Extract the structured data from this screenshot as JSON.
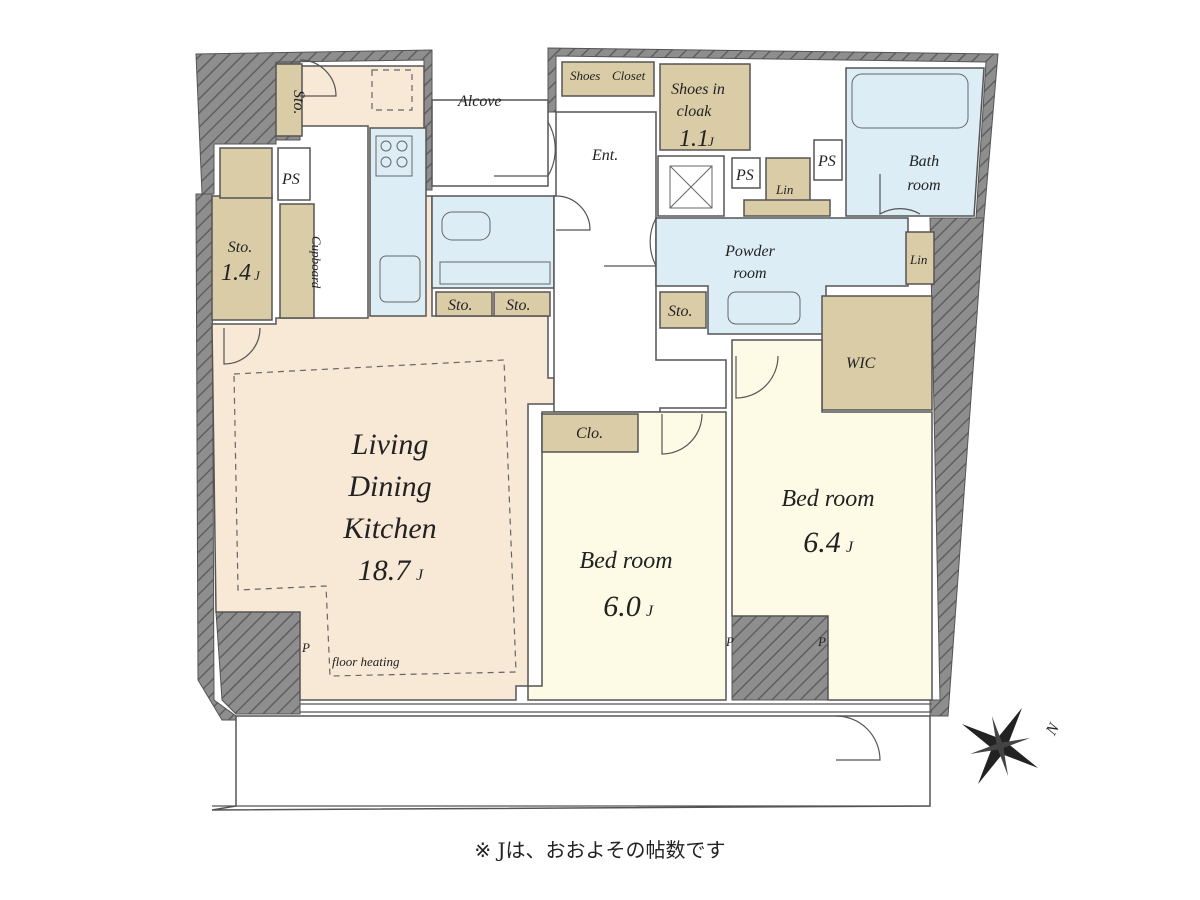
{
  "rooms": {
    "ldk": {
      "line1": "Living",
      "line2": "Dining",
      "line3": "Kitchen",
      "size": "18.7",
      "unit": "J"
    },
    "bed1": {
      "name": "Bed room",
      "size": "6.0",
      "unit": "J"
    },
    "bed2": {
      "name": "Bed room",
      "size": "6.4",
      "unit": "J"
    },
    "sto_large": {
      "name": "Sto.",
      "size": "1.4",
      "unit": "J"
    },
    "shoes_in_cloak": {
      "line1": "Shoes in",
      "line2": "cloak",
      "size": "1.1",
      "unit": "J"
    },
    "bath": {
      "line1": "Bath",
      "line2": "room"
    },
    "powder": {
      "line1": "Powder",
      "line2": "room"
    }
  },
  "labels": {
    "alcove": "Alcove",
    "ent": "Ent.",
    "shoes": "Shoes",
    "closet": "Closet",
    "sto": "Sto.",
    "ps": "PS",
    "lin": "Lin",
    "cupboard": "Cupboard",
    "wic": "WIC",
    "clo": "Clo.",
    "floor_heating": "floor heating",
    "p": "P"
  },
  "compass": {
    "north": "N"
  },
  "note": "※ Jは、おおよその帖数です",
  "colors": {
    "ldk": "#f8e8d6",
    "bedroom": "#fdfbe6",
    "wet": "#dcedf6",
    "storage": "#d9cca6",
    "structure": "#8e8e8e"
  }
}
